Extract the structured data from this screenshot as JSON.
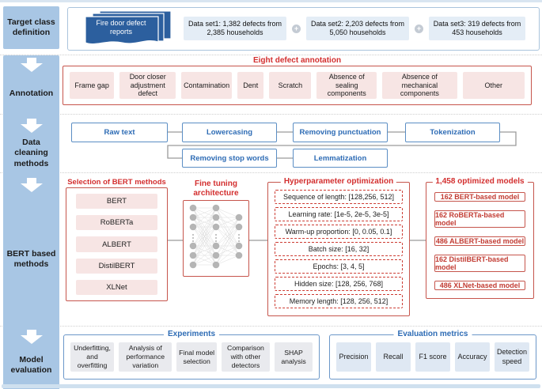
{
  "colors": {
    "label_bg": "#a8c6e4",
    "document_blue": "#2c5f9e",
    "dataset_bg": "#e4edf6",
    "red_border": "#c6554c",
    "red_text": "#d32f2f",
    "pink_item_bg": "#f7e5e4",
    "blue_border": "#5b8ec4",
    "blue_text": "#2e6cb5",
    "connector_gray": "#9a9a9a"
  },
  "sidebar": {
    "labels": [
      "Target class definition",
      "Annotation",
      "Data cleaning methods",
      "BERT based methods",
      "Model evaluation"
    ]
  },
  "target_class": {
    "report_stack": "Fire door defect reports",
    "plus": "+",
    "datasets": [
      "Data set1: 1,382 defects from 2,385 households",
      "Data set2: 2,203 defects from 5,050 households",
      "Data set3: 319 defects from 453 households"
    ]
  },
  "annotation": {
    "title": "Eight defect annotation",
    "items": [
      "Frame gap",
      "Door closer adjustment defect",
      "Contamination",
      "Dent",
      "Scratch",
      "Absence of sealing components",
      "Absence of mechanical components",
      "Other"
    ]
  },
  "cleaning": {
    "steps_row1": [
      "Raw text",
      "Lowercasing",
      "Removing punctuation",
      "Tokenization"
    ],
    "steps_row2": [
      "Removing stop words",
      "Lemmatization"
    ]
  },
  "bert": {
    "selection": {
      "title": "Selection of BERT methods",
      "items": [
        "BERT",
        "RoBERTa",
        "ALBERT",
        "DistilBERT",
        "XLNet"
      ]
    },
    "fine_tuning": {
      "title": "Fine tuning architecture"
    },
    "hyperparameters": {
      "title": "Hyperparameter optimization",
      "items": [
        "Sequence of length: [128,256, 512]",
        "Learning rate: [1e-5, 2e-5, 3e-5]",
        "Warm-up proportion: [0, 0.05, 0.1]",
        "Batch size: [16, 32]",
        "Epochs: [3, 4, 5]",
        "Hidden size: [128, 256, 768]",
        "Memory length: [128, 256, 512]"
      ]
    },
    "models": {
      "title": "1,458 optimized models",
      "items": [
        "162 BERT-based model",
        "162 RoBERTa-based model",
        "486 ALBERT-based model",
        "162 DistilBERT-based model",
        "486 XLNet-based model"
      ]
    }
  },
  "evaluation": {
    "experiments": {
      "title": "Experiments",
      "items": [
        "Underfitting, and overfitting",
        "Analysis of performance variation",
        "Final model selection",
        "Comparison with other detectors",
        "SHAP analysis"
      ]
    },
    "metrics": {
      "title": "Evaluation metrics",
      "items": [
        "Precision",
        "Recall",
        "F1 score",
        "Accuracy",
        "Detection speed"
      ]
    }
  }
}
